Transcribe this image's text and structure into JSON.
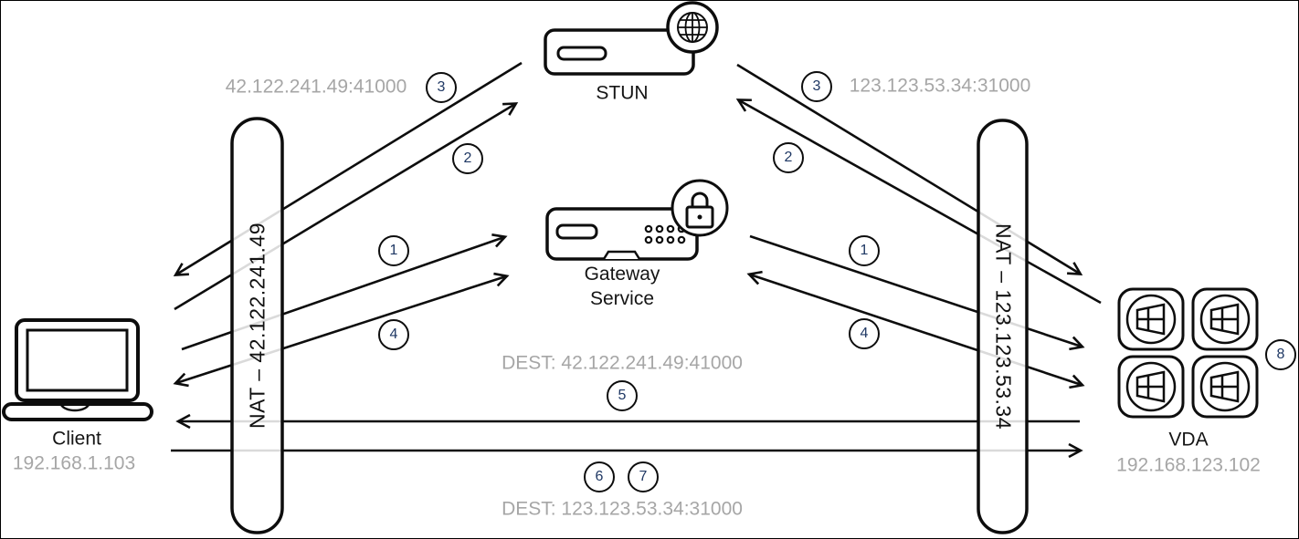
{
  "nodes": {
    "client": {
      "name": "Client",
      "ip": "192.168.1.103"
    },
    "stun": {
      "name": "STUN"
    },
    "gateway_service": {
      "name": "Gateway Service",
      "line1": "Gateway",
      "line2": "Service"
    },
    "vda": {
      "name": "VDA",
      "ip": "192.168.123.102"
    },
    "nat_client_side": {
      "label": "NAT – 42.122.241.49"
    },
    "nat_vda_side": {
      "label": "NAT – 123.123.53.34"
    }
  },
  "labels": {
    "client_public_endpoint": "42.122.241.49:41000",
    "vda_public_endpoint": "123.123.53.34:31000",
    "dest_client_endpoint": "DEST: 42.122.241.49:41000",
    "dest_vda_endpoint": "DEST: 123.123.53.34:31000"
  },
  "steps": {
    "left_stun_response": "3",
    "left_stun_request": "2",
    "left_gateway_connect": "1",
    "left_gateway_exchange": "4",
    "right_stun_response": "3",
    "right_stun_request": "2",
    "right_gateway_connect": "1",
    "right_gateway_exchange": "4",
    "direct_udp_to_client": "5",
    "direct_udp_to_vda_first": "6",
    "direct_udp_to_vda_second": "7",
    "vda_sessions": "8"
  },
  "colors": {
    "line": "#0d0d0d",
    "muted_text": "#a6a6a6",
    "step_number": "#1f3864",
    "background": "#ffffff"
  }
}
